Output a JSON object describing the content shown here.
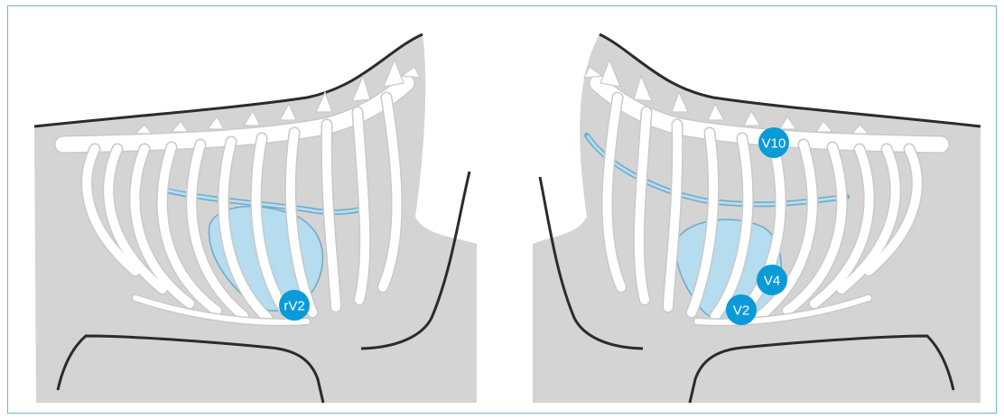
{
  "diagram": {
    "colors": {
      "frame": "#6fb7c9",
      "body": "#d4d4d4",
      "body_outline": "#2b2b2b",
      "bone": "#ffffff",
      "bone_outline": "#c9c9c9",
      "heart": "#b5dcef",
      "vessel": "#6fa8c8",
      "marker": "#0a9ad8"
    },
    "left_view": {
      "markers": [
        {
          "label": "rV2"
        }
      ]
    },
    "right_view": {
      "markers": [
        {
          "label": "V10"
        },
        {
          "label": "V4"
        },
        {
          "label": "V2"
        }
      ]
    }
  }
}
